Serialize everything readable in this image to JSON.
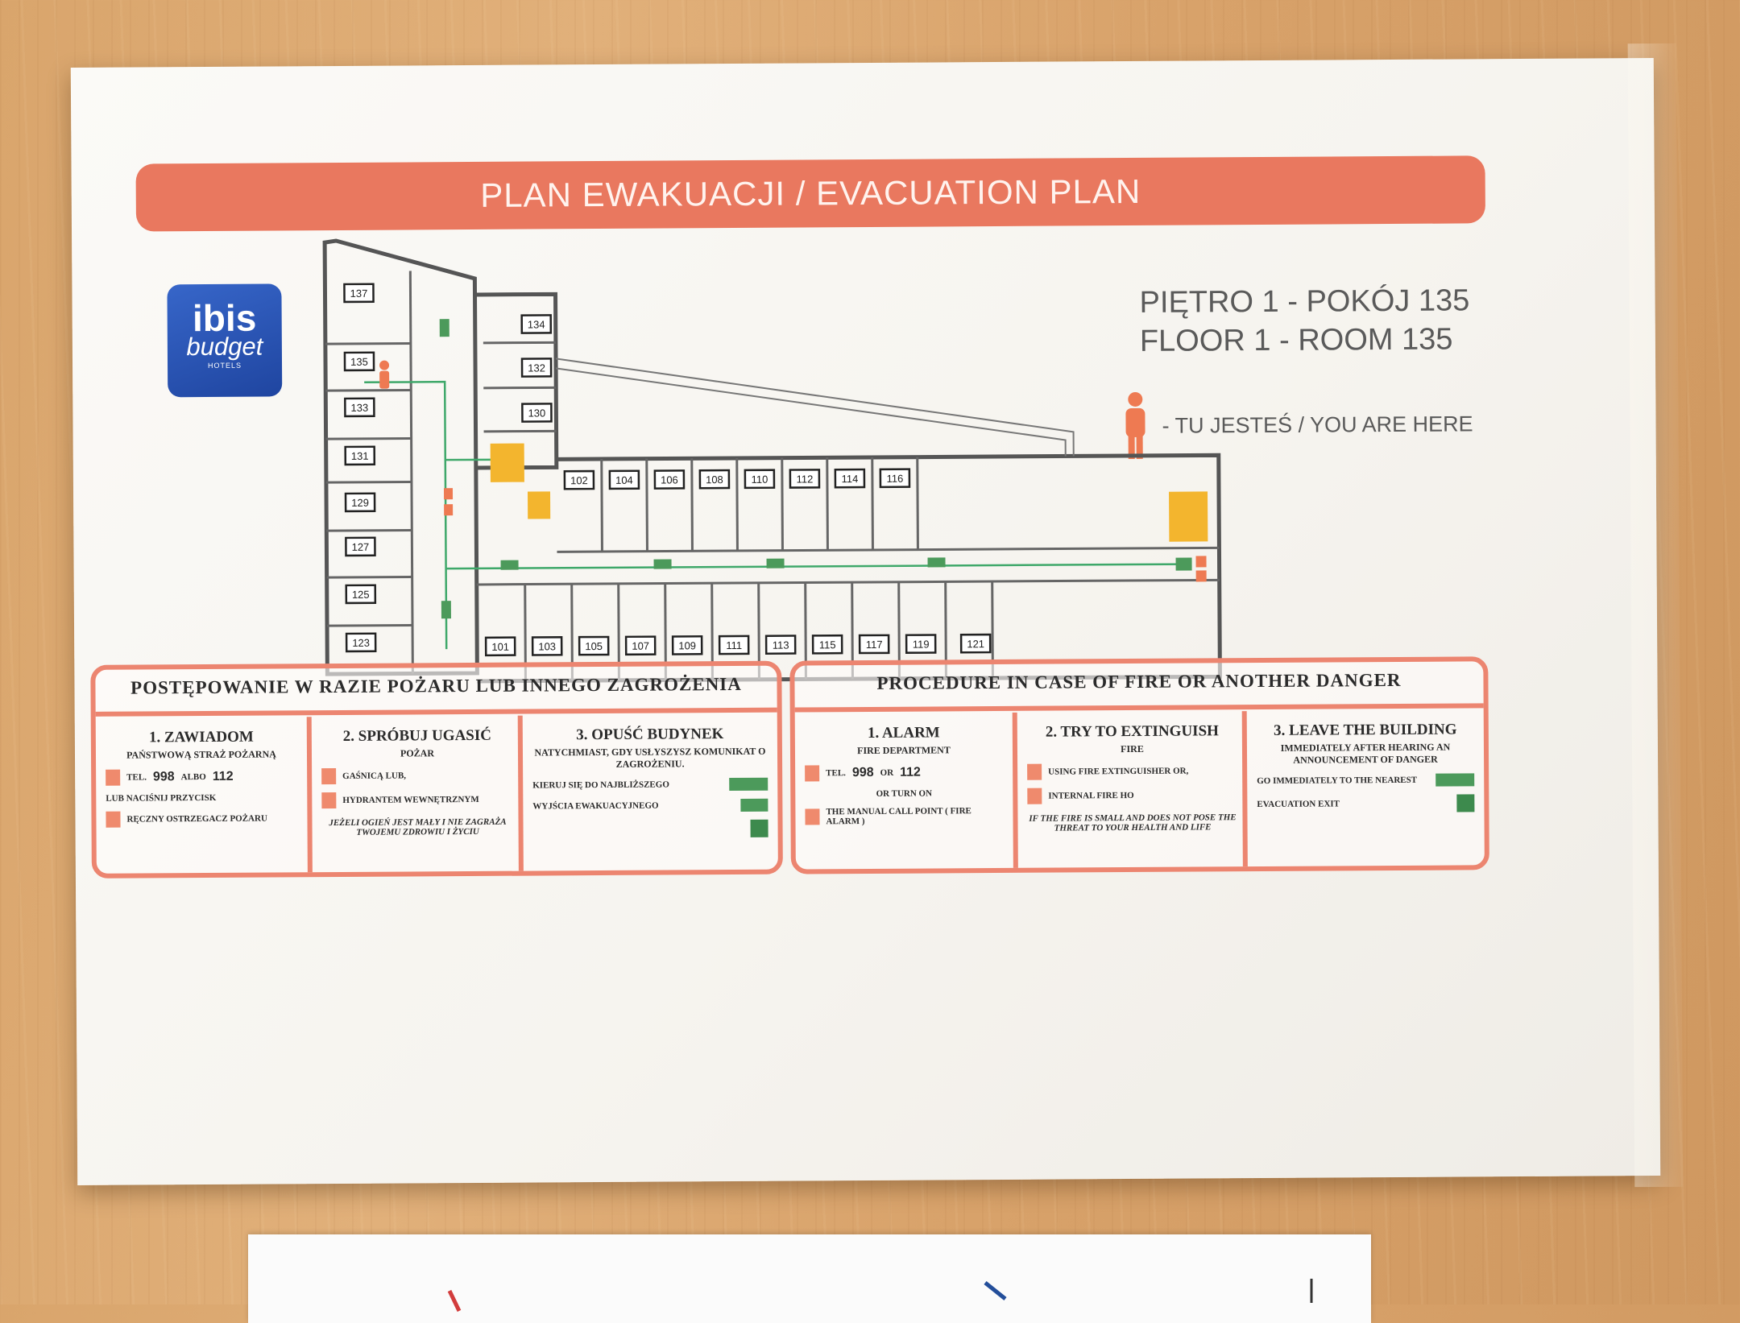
{
  "sheet": {
    "title": "PLAN EWAKUACJI / EVACUATION PLAN",
    "logo": {
      "line1": "ibis",
      "line2": "budget",
      "line3": "HOTELS"
    },
    "floor_info_pl": "PIĘTRO 1 - POKÓJ 135",
    "floor_info_en": "FLOOR  1 - ROOM  135",
    "you_are_here": "- TU JESTEŚ / YOU ARE HERE"
  },
  "colors": {
    "accent": "#e9785f",
    "exit_green": "#4c9a5b",
    "stair_yellow": "#f3b52e",
    "logo_blue": "#2a56b8"
  },
  "floorplan": {
    "rooms_left_wing": [
      "137",
      "135",
      "133",
      "131",
      "129",
      "127",
      "125",
      "123"
    ],
    "rooms_middle_upper": [
      "134",
      "132",
      "130"
    ],
    "rooms_top_row": [
      "102",
      "104",
      "106",
      "108",
      "110",
      "112",
      "114",
      "116"
    ],
    "rooms_bottom_row": [
      "101",
      "103",
      "105",
      "107",
      "109",
      "111",
      "113",
      "115",
      "117",
      "119",
      "121"
    ],
    "current_room": "135"
  },
  "procedure_pl": {
    "title": "POSTĘPOWANIE W RAZIE POŻARU LUB INNEGO ZAGROŻENIA",
    "step1": {
      "num": "1.",
      "head": "ZAWIADOM",
      "sub": "PAŃSTWOWĄ STRAŻ POŻARNĄ",
      "tel_prefix": "TEL.",
      "tel1": "998",
      "tel_sep": "ALBO",
      "tel2": "112",
      "line2": "LUB NACIŚNIJ PRZYCISK",
      "line3": "RĘCZNY OSTRZEGACZ POŻARU"
    },
    "step2": {
      "num": "2.",
      "head": "SPRÓBUJ UGASIĆ",
      "sub": "POŻAR",
      "line1": "GAŚNICĄ LUB,",
      "line2": "HYDRANTEM WEWNĘTRZNYM",
      "note": "JEŻELI OGIEŃ JEST MAŁY I NIE ZAGRAŻA TWOJEMU ZDROWIU I ŻYCIU"
    },
    "step3": {
      "num": "3.",
      "head": "OPUŚĆ BUDYNEK",
      "sub": "NATYCHMIAST, GDY USŁYSZYSZ KOMUNIKAT O ZAGROŻENIU.",
      "line1": "KIERUJ SIĘ DO NAJBLIŻSZEGO",
      "line2": "WYJŚCIA EWAKUACYJNEGO"
    }
  },
  "procedure_en": {
    "title": "PROCEDURE IN CASE OF FIRE OR ANOTHER DANGER",
    "step1": {
      "num": "1.",
      "head": "ALARM",
      "sub": "FIRE DEPARTMENT",
      "tel_prefix": "TEL.",
      "tel1": "998",
      "tel_sep": "OR",
      "tel2": "112",
      "line2": "OR TURN ON",
      "line3": "THE MANUAL CALL POINT ( FIRE ALARM )"
    },
    "step2": {
      "head": "2. TRY TO EXTINGUISH",
      "sub": "FIRE",
      "line1": "USING FIRE EXTINGUISHER OR,",
      "line2": "INTERNAL FIRE HO",
      "note": "IF THE FIRE IS SMALL AND DOES NOT POSE THE THREAT TO YOUR HEALTH AND LIFE"
    },
    "step3": {
      "head": "3. LEAVE THE BUILDING",
      "sub": "IMMEDIATELY AFTER HEARING AN ANNOUNCEMENT OF DANGER",
      "line1": "GO IMMEDIATELY TO THE NEAREST",
      "line2": "EVACUATION EXIT"
    }
  }
}
